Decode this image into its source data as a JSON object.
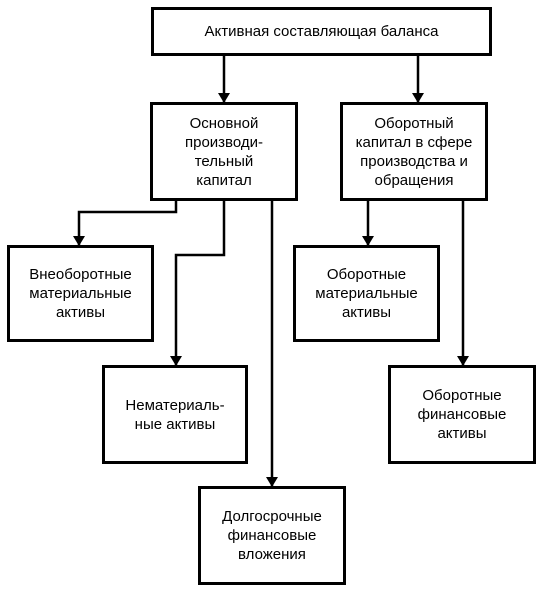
{
  "diagram": {
    "root": "Активная составляющая баланса",
    "fixed_capital": "Основной\nпроизводи-\nтельный\nкапитал",
    "working_capital": "Оборотный\nкапитал в сфере\nпроизводства и\nобращения",
    "noncurrent_tangible": "Внеоборотные\nматериальные\nактивы",
    "intangible": "Нематериаль-\nные активы",
    "longterm_financial": "Долгосрочные\nфинансовые\nвложения",
    "current_tangible": "Оборотные\nматериальные\nактивы",
    "current_financial": "Оборотные\nфинансовые\nактивы"
  }
}
